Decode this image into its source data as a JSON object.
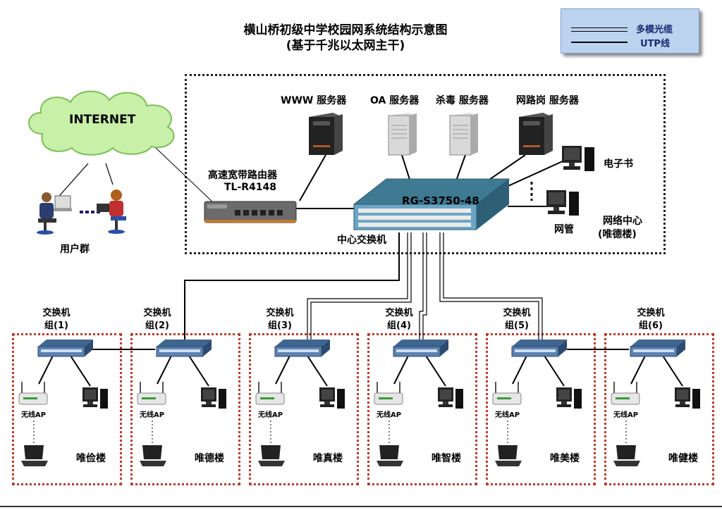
{
  "title": {
    "line1": "横山桥初级中学校园网系统结构示意图",
    "line2": "(基于千兆以太网主干)"
  },
  "legend": {
    "fiber": "多模光缆",
    "utp": "UTP线"
  },
  "internet": "INTERNET",
  "user_group": "用户群",
  "router": {
    "line1": "高速宽带路由器",
    "line2": "TL-R4148"
  },
  "servers": {
    "www": "WWW 服务器",
    "oa": "OA 服务器",
    "antivirus": "杀毒 服务器",
    "gateway": "网路岗 服务器"
  },
  "core_switch": {
    "model": "RG-S3750-48",
    "label": "中心交换机"
  },
  "ebook": "电子书",
  "netadmin": "网管",
  "network_center": {
    "line1": "网络中心",
    "line2": "(唯德楼)"
  },
  "groups": [
    {
      "line1": "交换机",
      "line2": "组(1)",
      "ap": "无线AP",
      "building": "唯俭楼"
    },
    {
      "line1": "交换机",
      "line2": "组(2)",
      "ap": "无线AP",
      "building": "唯德楼"
    },
    {
      "line1": "交换机",
      "line2": "组(3)",
      "ap": "无线AP",
      "building": "唯真楼"
    },
    {
      "line1": "交换机",
      "line2": "组(4)",
      "ap": "无线AP",
      "building": "唯智楼"
    },
    {
      "line1": "交换机",
      "line2": "组(5)",
      "ap": "无线AP",
      "building": "唯美楼"
    },
    {
      "line1": "交换机",
      "line2": "组(6)",
      "ap": "无线AP",
      "building": "唯健楼"
    }
  ]
}
